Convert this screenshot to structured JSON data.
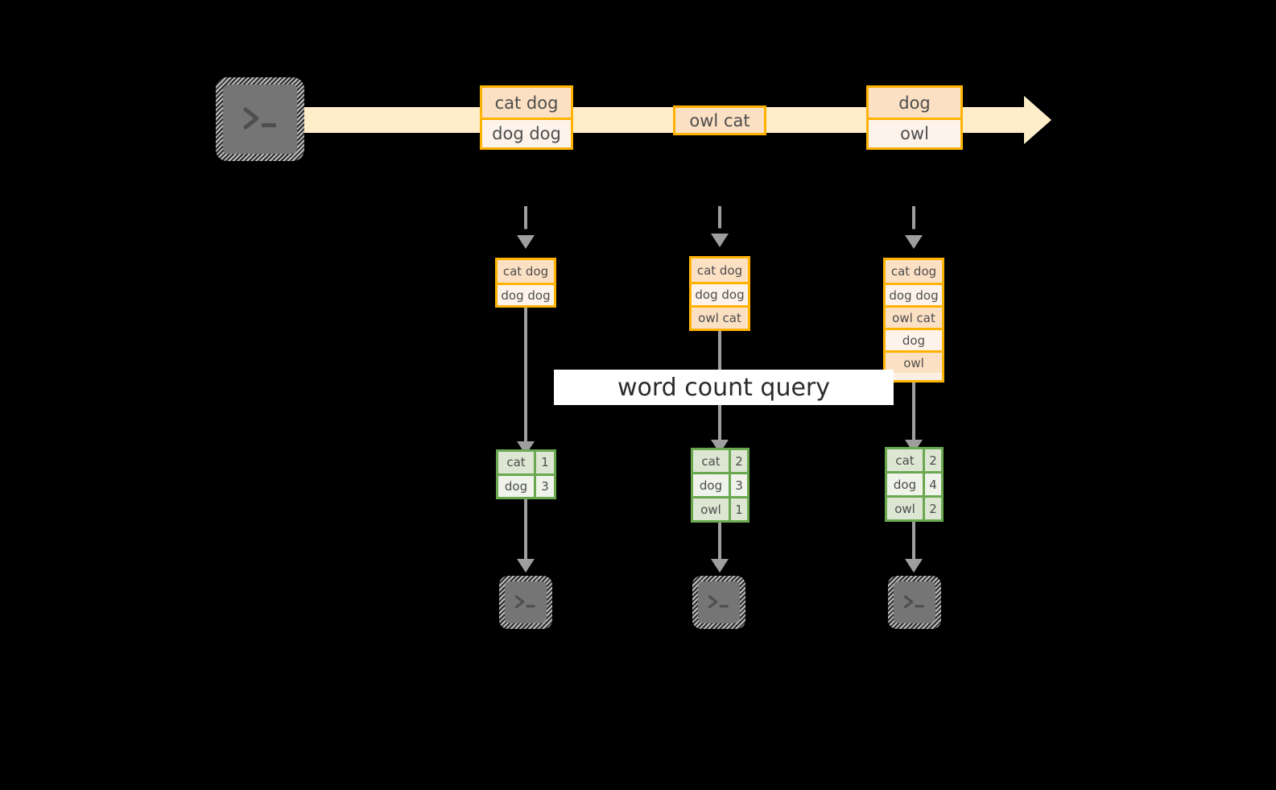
{
  "diagram": {
    "title_label": "word count query",
    "colors": {
      "stream_band": "#fdeec9",
      "record_border": "#ffb300",
      "record_fill_dark": "#fbe0c3",
      "record_fill_light": "#fdf3ea",
      "result_border": "#6aa84f",
      "result_fill_dark": "#dde6d3",
      "result_fill_light": "#eff3ea",
      "connector": "#9e9e9e",
      "terminal_fill": "#757575",
      "background": "#000000",
      "label_fill": "#ffffff"
    },
    "source_terminal": {
      "icon": "terminal-prompt-icon"
    },
    "stream_records": [
      {
        "id": "batch-1",
        "lines": [
          "cat dog",
          "dog dog"
        ]
      },
      {
        "id": "batch-2",
        "lines": [
          "owl cat"
        ]
      },
      {
        "id": "batch-3",
        "lines": [
          "dog",
          "owl"
        ]
      }
    ],
    "snapshots": [
      {
        "id": "snapshot-1",
        "lines": [
          "cat dog",
          "dog dog"
        ],
        "result": {
          "rows": [
            {
              "word": "cat",
              "count": "1"
            },
            {
              "word": "dog",
              "count": "3"
            }
          ]
        },
        "sink_terminal": {
          "icon": "terminal-prompt-icon"
        }
      },
      {
        "id": "snapshot-2",
        "lines": [
          "cat dog",
          "dog dog",
          "owl cat"
        ],
        "result": {
          "rows": [
            {
              "word": "cat",
              "count": "2"
            },
            {
              "word": "dog",
              "count": "3"
            },
            {
              "word": "owl",
              "count": "1"
            }
          ]
        },
        "sink_terminal": {
          "icon": "terminal-prompt-icon"
        }
      },
      {
        "id": "snapshot-3",
        "lines": [
          "cat dog",
          "dog dog",
          "owl cat",
          "dog",
          "owl"
        ],
        "result": {
          "rows": [
            {
              "word": "cat",
              "count": "2"
            },
            {
              "word": "dog",
              "count": "4"
            },
            {
              "word": "owl",
              "count": "2"
            }
          ]
        },
        "sink_terminal": {
          "icon": "terminal-prompt-icon"
        }
      }
    ]
  }
}
